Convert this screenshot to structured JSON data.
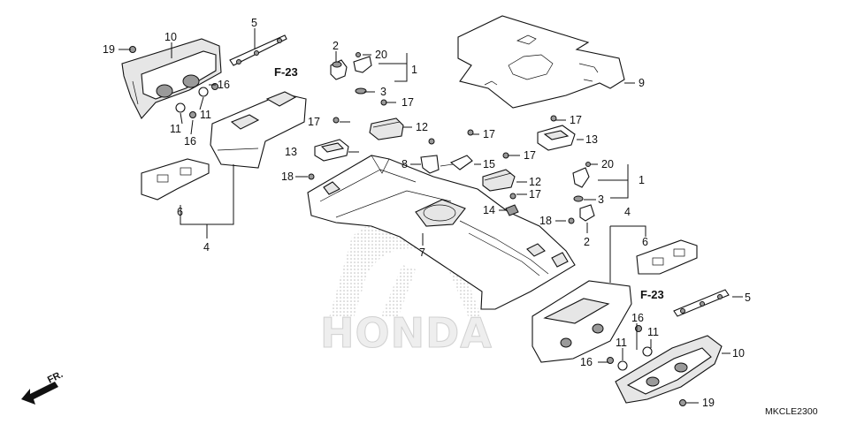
{
  "diagram": {
    "catalog_code": "MKCLE2300",
    "watermark_text": "HONDA",
    "front_marker": "FR.",
    "references": [
      {
        "id": "f23_top",
        "text": "F-23"
      },
      {
        "id": "f23_bottom",
        "text": "F-23"
      }
    ],
    "callouts": [
      {
        "id": "c19a",
        "text": "19"
      },
      {
        "id": "c10a",
        "text": "10"
      },
      {
        "id": "c5a",
        "text": "5"
      },
      {
        "id": "c2a",
        "text": "2"
      },
      {
        "id": "c20a",
        "text": "20"
      },
      {
        "id": "c1a",
        "text": "1"
      },
      {
        "id": "c3a",
        "text": "3"
      },
      {
        "id": "c9",
        "text": "9"
      },
      {
        "id": "c16a",
        "text": "16"
      },
      {
        "id": "c11a",
        "text": "11"
      },
      {
        "id": "c11b",
        "text": "11"
      },
      {
        "id": "c16b",
        "text": "16"
      },
      {
        "id": "c17a",
        "text": "17"
      },
      {
        "id": "c12a",
        "text": "12"
      },
      {
        "id": "c17b",
        "text": "17"
      },
      {
        "id": "c17c",
        "text": "17"
      },
      {
        "id": "c13a",
        "text": "13"
      },
      {
        "id": "c17d",
        "text": "17"
      },
      {
        "id": "c13b",
        "text": "13"
      },
      {
        "id": "c8",
        "text": "8"
      },
      {
        "id": "c15",
        "text": "15"
      },
      {
        "id": "c17e",
        "text": "17"
      },
      {
        "id": "c20b",
        "text": "20"
      },
      {
        "id": "c18a",
        "text": "18"
      },
      {
        "id": "c12b",
        "text": "12"
      },
      {
        "id": "c1b",
        "text": "1"
      },
      {
        "id": "c17f",
        "text": "17"
      },
      {
        "id": "c3b",
        "text": "3"
      },
      {
        "id": "c14",
        "text": "14"
      },
      {
        "id": "c6a",
        "text": "6"
      },
      {
        "id": "c4a",
        "text": "4"
      },
      {
        "id": "c18b",
        "text": "18"
      },
      {
        "id": "c2b",
        "text": "2"
      },
      {
        "id": "c4b",
        "text": "4"
      },
      {
        "id": "c6b",
        "text": "6"
      },
      {
        "id": "c7",
        "text": "7"
      },
      {
        "id": "c5b",
        "text": "5"
      },
      {
        "id": "c16c",
        "text": "16"
      },
      {
        "id": "c11c",
        "text": "11"
      },
      {
        "id": "c11d",
        "text": "11"
      },
      {
        "id": "c10b",
        "text": "10"
      },
      {
        "id": "c16d",
        "text": "16"
      },
      {
        "id": "c19b",
        "text": "19"
      }
    ]
  }
}
